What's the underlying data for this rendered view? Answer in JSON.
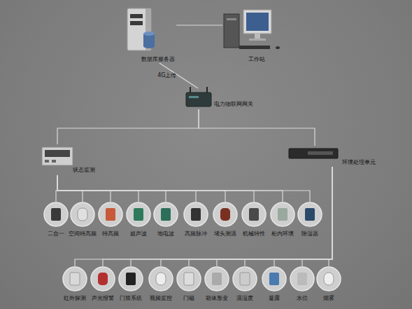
{
  "diagram": {
    "nodes": [
      {
        "text": [
          "数据库服务器"
        ]
      },
      {
        "text": [
          "工作站"
        ]
      },
      {
        "text": [
          "电力物联网网关"
        ]
      },
      {
        "text": [
          "状态监测"
        ]
      },
      {
        "text": [
          "环境处理单元"
        ]
      },
      {
        "text": [
          "二合一"
        ]
      },
      {
        "text": [
          "空间特高频"
        ]
      },
      {
        "text": [
          "特高频"
        ]
      },
      {
        "text": [
          "超声波"
        ]
      },
      {
        "text": [
          "地电波"
        ]
      },
      {
        "text": [
          "高频脉冲"
        ]
      },
      {
        "text": [
          "堵头测温"
        ]
      },
      {
        "text": [
          "机械特性"
        ]
      },
      {
        "text": [
          "柜内环境"
        ]
      },
      {
        "text": [
          "除湿器"
        ]
      },
      {
        "text": [
          "红外探测"
        ]
      },
      {
        "text": [
          "声光报警"
        ]
      },
      {
        "text": [
          "门禁系统"
        ]
      },
      {
        "text": [
          "视频监控"
        ]
      },
      {
        "text": [
          "门磁"
        ]
      },
      {
        "text": [
          "箱体形变"
        ]
      },
      {
        "text": [
          "温湿度"
        ]
      },
      {
        "text": [
          "凝露"
        ]
      },
      {
        "text": [
          "水位"
        ]
      },
      {
        "text": [
          "烟雾"
        ]
      }
    ],
    "edges": [
      {
        "from": 0,
        "to": 1,
        "arrow": "none"
      },
      {
        "from": 0,
        "to": 2,
        "label": "4G上传",
        "arrow": "none"
      },
      {
        "from": 2,
        "to": 3,
        "arrow": "none"
      },
      {
        "from": 2,
        "to": 4,
        "arrow": "none"
      },
      {
        "from": 3,
        "to": 5,
        "arrow": "none"
      },
      {
        "from": 3,
        "to": 6,
        "arrow": "none"
      },
      {
        "from": 3,
        "to": 7,
        "arrow": "none"
      },
      {
        "from": 3,
        "to": 8,
        "arrow": "none"
      },
      {
        "from": 3,
        "to": 9,
        "arrow": "none"
      },
      {
        "from": 3,
        "to": 10,
        "arrow": "none"
      },
      {
        "from": 3,
        "to": 11,
        "arrow": "none"
      },
      {
        "from": 3,
        "to": 12,
        "arrow": "none"
      },
      {
        "from": 3,
        "to": 13,
        "arrow": "none"
      },
      {
        "from": 3,
        "to": 14,
        "arrow": "none"
      },
      {
        "from": 4,
        "to": 15,
        "arrow": "none"
      },
      {
        "from": 4,
        "to": 16,
        "arrow": "none"
      },
      {
        "from": 4,
        "to": 17,
        "arrow": "none"
      },
      {
        "from": 4,
        "to": 18,
        "arrow": "none"
      },
      {
        "from": 4,
        "to": 19,
        "arrow": "none"
      },
      {
        "from": 4,
        "to": 20,
        "arrow": "none"
      },
      {
        "from": 4,
        "to": 21,
        "arrow": "none"
      },
      {
        "from": 4,
        "to": 22,
        "arrow": "none"
      },
      {
        "from": 4,
        "to": 23,
        "arrow": "none"
      },
      {
        "from": 4,
        "to": 24,
        "arrow": "none"
      }
    ]
  }
}
